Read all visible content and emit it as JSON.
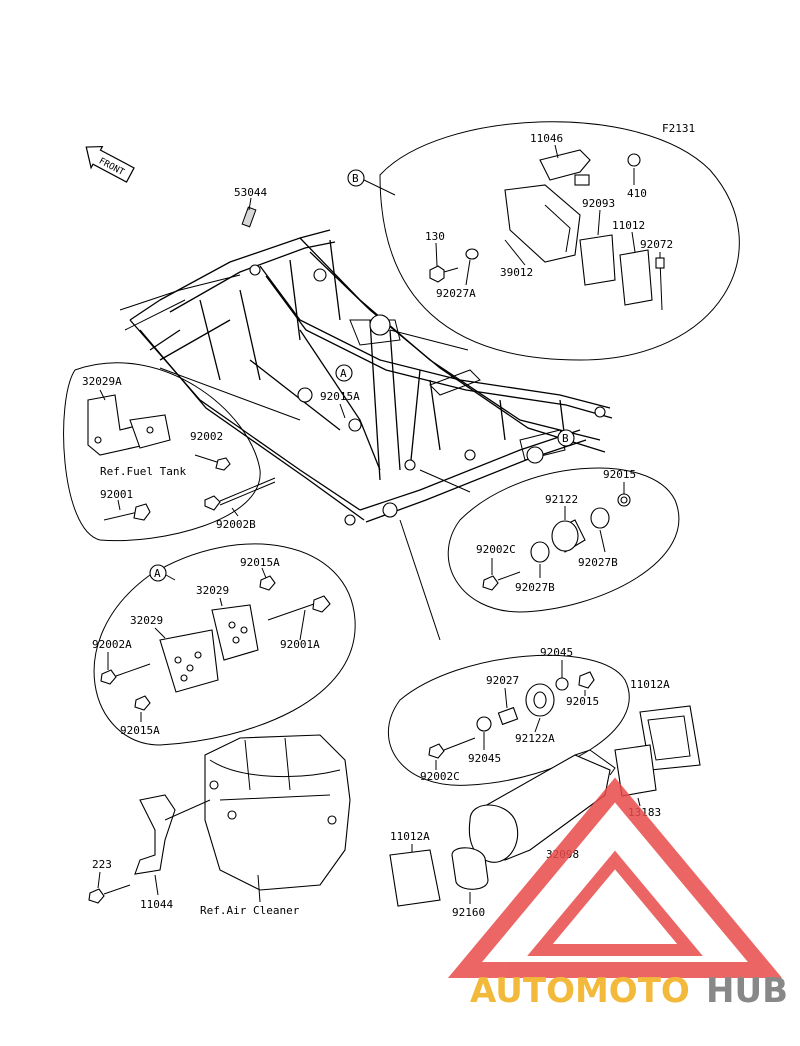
{
  "figure_code": "F2131",
  "front_label": "FRONT",
  "refs": {
    "fuel_tank": "Ref.Fuel Tank",
    "air_cleaner": "Ref.Air Cleaner"
  },
  "callouts": {
    "a": "A",
    "b": "B"
  },
  "parts": [
    "11046",
    "410",
    "92093",
    "11012",
    "92072",
    "130",
    "92027A",
    "39012",
    "53044",
    "32029A",
    "92002",
    "92001",
    "92002B",
    "92015A",
    "92015",
    "92122",
    "92002C",
    "92027B",
    "92027B",
    "92015A",
    "32029",
    "32029",
    "92002A",
    "92001A",
    "92015A",
    "92045",
    "92027",
    "92015",
    "92122A",
    "92045",
    "92002C",
    "11012A",
    "13183",
    "32098",
    "11012A",
    "92160",
    "223",
    "11044"
  ],
  "watermark": {
    "part1": "AUTOMOTO",
    "part2": "HUB",
    "color1": "#f2b93b",
    "color2": "#888888",
    "logo_color": "#e94b4b"
  }
}
